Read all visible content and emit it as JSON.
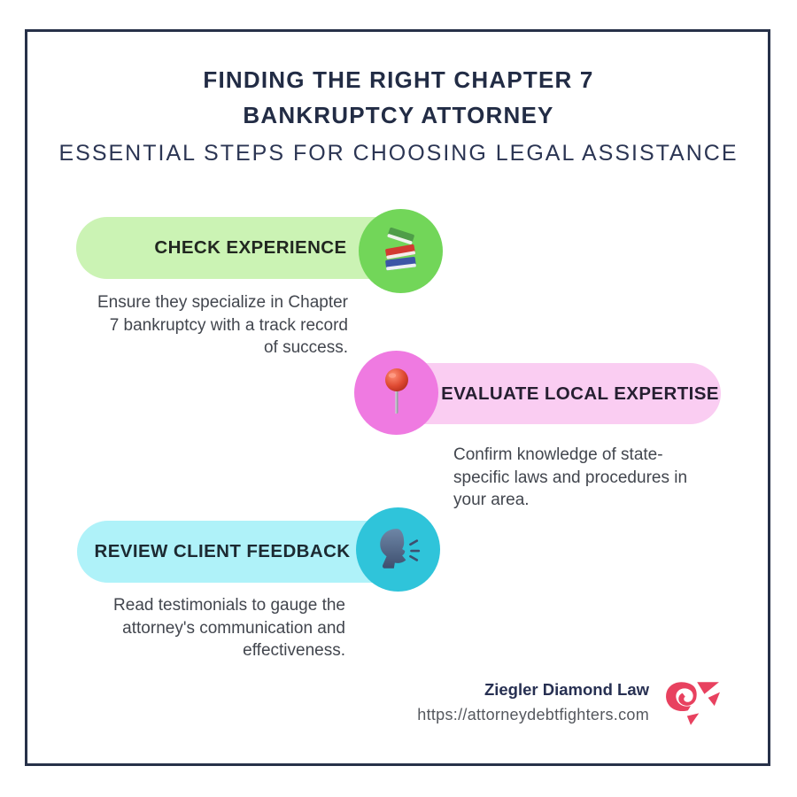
{
  "page": {
    "background_color": "#ffffff",
    "frame_border_color": "#273149"
  },
  "header": {
    "title": "FINDING THE RIGHT CHAPTER 7 BANKRUPTCY ATTORNEY",
    "subtitle": "ESSENTIAL STEPS FOR CHOOSING LEGAL ASSISTANCE",
    "title_color": "#222c45",
    "subtitle_color": "#2b3553"
  },
  "steps": [
    {
      "title": "CHECK EXPERIENCE",
      "description": "Ensure they specialize in Chapter 7 bankruptcy with a track record of success.",
      "icon": "books-icon",
      "pill_color": "#cbf3b4",
      "circle_color": "#72d659",
      "layout": "pill-left-circle-right"
    },
    {
      "title": "EVALUATE LOCAL EXPERTISE",
      "description": "Confirm knowledge of state-specific laws and procedures in your area.",
      "icon": "round-pushpin-icon",
      "pill_color": "#facdf2",
      "circle_color": "#ef7ae1",
      "layout": "circle-left-pill-right"
    },
    {
      "title": "REVIEW CLIENT FEEDBACK",
      "description": "Read testimonials to gauge the attorney's communication and effectiveness.",
      "icon": "speaking-head-icon",
      "pill_color": "#aff2f9",
      "circle_color": "#2fc4da",
      "layout": "pill-left-circle-right"
    }
  ],
  "footer": {
    "brand": "Ziegler Diamond Law",
    "url": "https://attorneydebtfighters.com",
    "brand_color": "#273052",
    "url_color": "#55585e",
    "logo": "winged-d-law-logo",
    "logo_color": "#e8415f"
  },
  "body_text_color": "#42464e"
}
